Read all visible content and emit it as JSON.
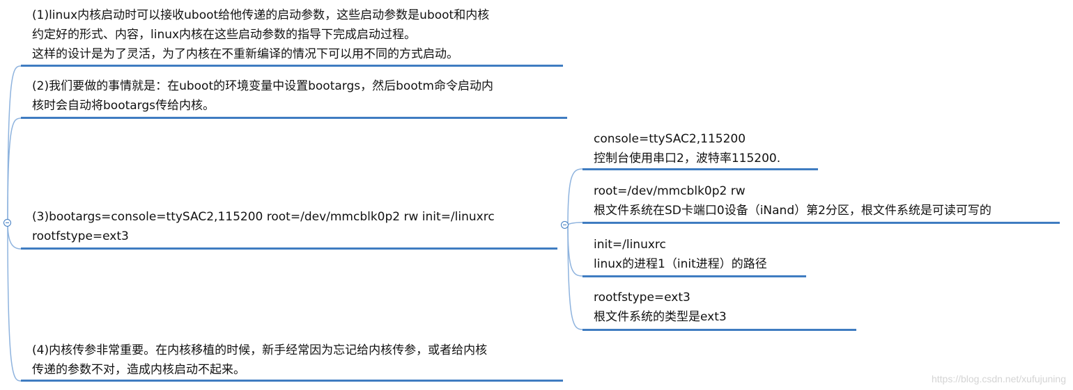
{
  "left_nodes": [
    {
      "lines": [
        "(1)linux内核启动时可以接收uboot给他传递的启动参数，这些启动参数是uboot和内核",
        "约定好的形式、内容，linux内核在这些启动参数的指导下完成启动过程。",
        "这样的设计是为了灵活，为了内核在不重新编译的情况下可以用不同的方式启动。"
      ]
    },
    {
      "lines": [
        "(2)我们要做的事情就是：在uboot的环境变量中设置bootargs，然后bootm命令启动内",
        "核时会自动将bootargs传给内核。"
      ]
    },
    {
      "lines": [
        "(3)bootargs=console=ttySAC2,115200 root=/dev/mmcblk0p2 rw init=/linuxrc",
        "rootfstype=ext3"
      ]
    },
    {
      "lines": [
        "(4)内核传参非常重要。在内核移植的时候，新手经常因为忘记给内核传参，或者给内核",
        "传递的参数不对，造成内核启动不起来。"
      ]
    }
  ],
  "right_nodes": [
    {
      "lines": [
        "console=ttySAC2,115200",
        "控制台使用串口2，波特率115200."
      ]
    },
    {
      "lines": [
        "root=/dev/mmcblk0p2 rw",
        "根文件系统在SD卡端口0设备（iNand）第2分区，根文件系统是可读可写的"
      ]
    },
    {
      "lines": [
        "init=/linuxrc",
        "linux的进程1（init进程）的路径"
      ]
    },
    {
      "lines": [
        "rootfstype=ext3",
        "根文件系统的类型是ext3"
      ]
    }
  ],
  "colors": {
    "accent": "#3f7cc1",
    "connector": "#8eb3de"
  },
  "watermark": "https://blog.csdn.net/xufujuning"
}
